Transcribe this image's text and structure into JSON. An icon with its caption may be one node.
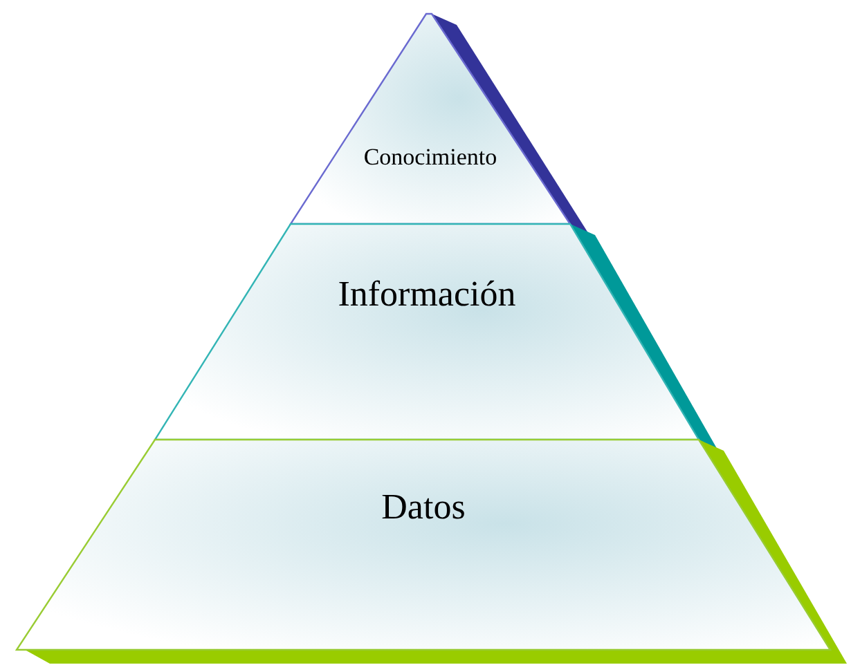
{
  "diagram": {
    "nodes": [
      {
        "text": [
          "Conocimiento"
        ]
      },
      {
        "text": [
          "Información"
        ]
      },
      {
        "text": [
          "Datos"
        ]
      }
    ]
  }
}
